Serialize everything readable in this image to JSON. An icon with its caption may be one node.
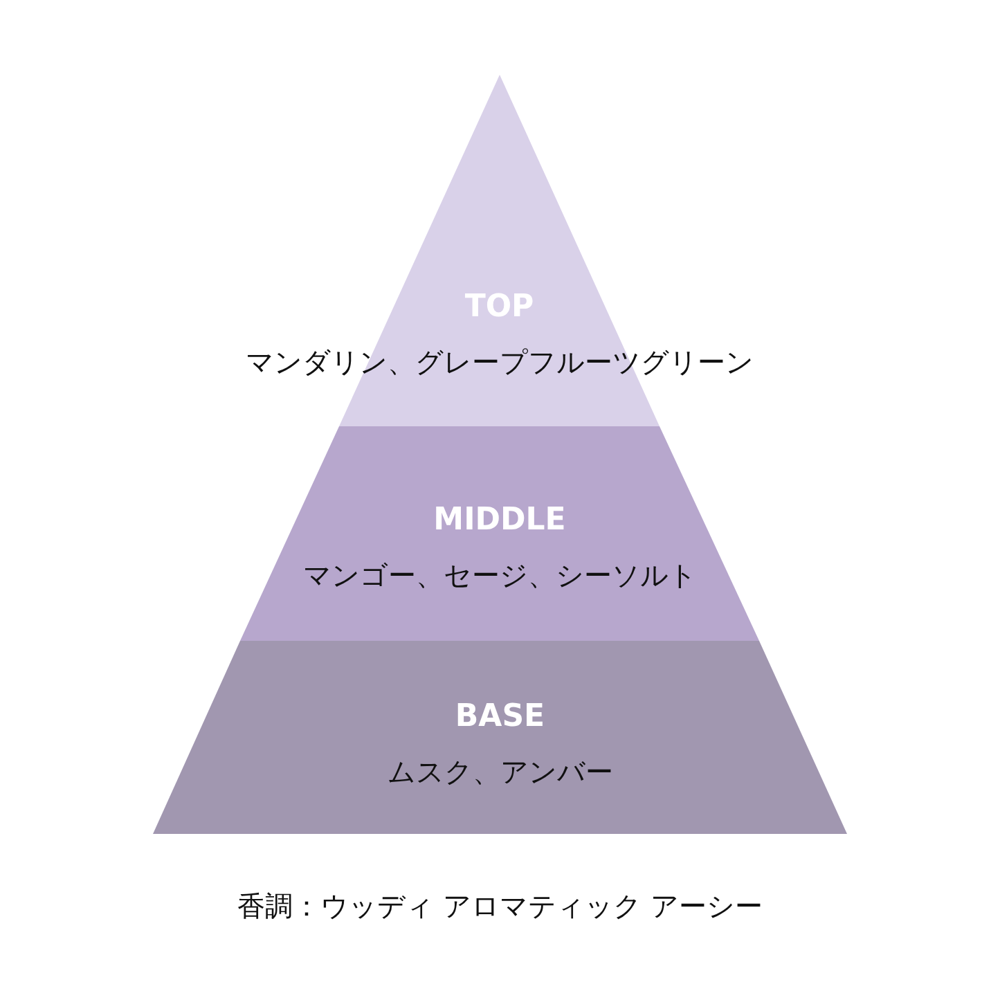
{
  "diagram": {
    "caption": "香調：ウッディ アロマティック アーシー",
    "nodes": [
      {
        "text": [
          "TOP",
          "マンダリン、グレープフルーツグリーン"
        ]
      },
      {
        "text": [
          "MIDDLE",
          "マンゴー、セージ、シーソルト"
        ]
      },
      {
        "text": [
          "BASE",
          "ムスク、アンバー"
        ]
      }
    ]
  }
}
